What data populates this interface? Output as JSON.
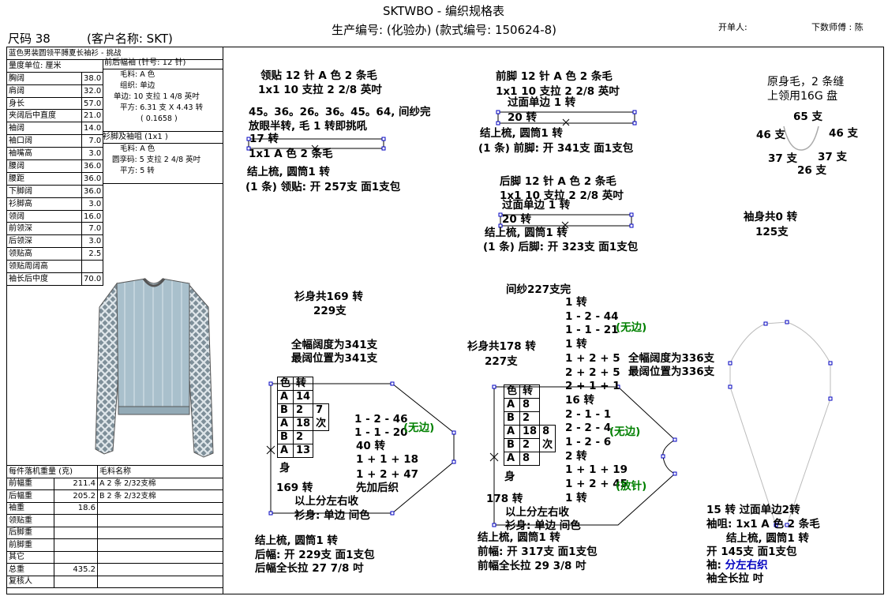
{
  "header": {
    "title": "SKTWBO - 编织规格表",
    "size": "尺码  38",
    "customer": "(客户名称: SKT)",
    "production": "生产编号:  (化验办) (款式编号: 150624-8)",
    "issuer": "开单人:",
    "master": "下数师傅 : 陈"
  },
  "left": {
    "garment_title": "蓝色男装圆领平膊夏长袖衫 - 挑战",
    "unit_label": "量度单位: 厘米",
    "measurements": [
      {
        "name": "胸阔",
        "value": "38.0"
      },
      {
        "name": "肩阔",
        "value": "32.0"
      },
      {
        "name": "身长",
        "value": "57.0"
      },
      {
        "name": "夹阔后中直度",
        "value": "21.0"
      },
      {
        "name": "袖阔",
        "value": "14.0"
      },
      {
        "name": "袖口阔",
        "value": "7.0"
      },
      {
        "name": "袖嘴高",
        "value": "3.0"
      },
      {
        "name": "腰阔",
        "value": "36.0"
      },
      {
        "name": "腰距",
        "value": "36.0"
      },
      {
        "name": "下脚阔",
        "value": "36.0"
      },
      {
        "name": "衫脚高",
        "value": "3.0"
      },
      {
        "name": "领阔",
        "value": "16.0"
      },
      {
        "name": "前领深",
        "value": "7.0"
      },
      {
        "name": "后领深",
        "value": "3.0"
      },
      {
        "name": "领贴高",
        "value": "2.5"
      },
      {
        "name": "领贴周阔高",
        "value": ""
      },
      {
        "name": "袖长后中度",
        "value": "70.0"
      }
    ],
    "panel1": {
      "title": "前后幅袖 (针号: 12 针)",
      "lines": [
        "毛料: A 色",
        "组织: 单边",
        "单边: 10 支拉 1 4/8 英吋",
        "平方: 6.31 支 X  4.43 转",
        "( 0.1658 )"
      ]
    },
    "panel2": {
      "title": "衫脚及袖咀 (1x1  )",
      "lines": [
        "毛料: A 色",
        "圆孪码: 5 支拉 2 4/8 英吋",
        "平方: 5 转"
      ]
    },
    "weights": {
      "header": "每件落机重量 (克)",
      "yarn_header": "毛料名称",
      "rows": [
        {
          "name": "前幅重",
          "value": "211.4",
          "yarn": "A  2 条 2/32支棉"
        },
        {
          "name": "后幅重",
          "value": "205.2",
          "yarn": "B  2 条 2/32支棉"
        },
        {
          "name": "袖重",
          "value": "18.6",
          "yarn": ""
        },
        {
          "name": "领贴重",
          "value": "",
          "yarn": ""
        },
        {
          "name": "后脚重",
          "value": "",
          "yarn": ""
        },
        {
          "name": "前脚重",
          "value": "",
          "yarn": ""
        },
        {
          "name": "其它",
          "value": "",
          "yarn": ""
        },
        {
          "name": "总重",
          "value": "435.2",
          "yarn": ""
        },
        {
          "name": "复核人",
          "value": "",
          "yarn": ""
        }
      ]
    }
  },
  "collar": {
    "l1": "领贴  12 针 A 色 2 条毛",
    "l2": "1x1   10 支拉 2 2/8 英吋",
    "l3": "45。36。26。36。45。64, 间纱完",
    "l4": "放眼半转, 毛 1 转即挑吼",
    "l5": "17 转",
    "l6": "1x1   A 色 2 条毛",
    "l7": "结上梳, 圆筒1 转",
    "l8": "(1 条) 领贴: 开 257支 面1支包"
  },
  "front_hem": {
    "l1": "前脚  12 针 A 色 2 条毛",
    "l2": "1x1   10 支拉 2 2/8 英吋",
    "l3": "过面单边 1 转",
    "l4": "20 转",
    "l5": "结上梳, 圆筒1 转",
    "l6": "(1 条) 前脚: 开 341支 面1支包"
  },
  "back_hem": {
    "l1": "后脚  12 针 A 色 2 条毛",
    "l2": "1x1   10 支拉 2 2/8 英吋",
    "l3": "过面单边 1 转",
    "l4": "20 转",
    "l5": "结上梳, 圆筒1 转",
    "l6": "(1 条) 后脚: 开 323支 面1支包"
  },
  "neck": {
    "l1": "原身毛，2 条缝",
    "l2": "上领用16G 盘",
    "n1": "65 支",
    "n2": "46 支",
    "n3": "46 支",
    "n4": "37 支",
    "n5": "37 支",
    "n6": "26 支"
  },
  "sleeve_top": {
    "l1": "袖身共0 转",
    "l2": "125支"
  },
  "back": {
    "l1": "衫身共169 转",
    "l2": "229支",
    "l3": "全幅阔度为341支",
    "l4": "最阔位置为341支",
    "table_header": [
      "色",
      "转"
    ],
    "rows": [
      [
        "A",
        "14"
      ],
      [
        "B",
        "2"
      ],
      [
        "A",
        "18"
      ],
      [
        "B",
        "2"
      ],
      [
        "A",
        "13"
      ]
    ],
    "repeat": "7",
    "repeat_unit": "次",
    "shape": [
      "1 - 2 - 46",
      "1 - 1 - 20",
      "40 转",
      "1 + 1 + 18",
      "1 + 2 + 47",
      "先加后织"
    ],
    "no_edge": "(无边)",
    "body": "身",
    "turns": "169 转",
    "split": "以上分左右收",
    "body_note": "衫身: 单边 间色",
    "f1": "结上梳, 圆筒1 转",
    "f2": "后幅: 开 229支 面1支包",
    "f3": "后幅全长拉 27 7/8 吋"
  },
  "front": {
    "l1": "间纱227支完",
    "l2": "衫身共178 转",
    "l3": "227支",
    "l4": "全幅阔度为336支",
    "l5": "最阔位置为336支",
    "table_header": [
      "色",
      "转"
    ],
    "rows": [
      [
        "A",
        "8"
      ],
      [
        "B",
        "2"
      ],
      [
        "A",
        "18"
      ],
      [
        "B",
        "2"
      ],
      [
        "A",
        "8"
      ]
    ],
    "repeat": "8",
    "repeat_unit": "次",
    "shape": [
      "1 转",
      "1 - 2 - 44",
      "1 - 1 - 21",
      "1 转",
      "1 + 2 + 5",
      "2 + 2 + 5",
      "2 + 1 + 1",
      "16 转",
      "2 - 1 - 1",
      "2 - 2 - 4",
      "1 - 2 - 6",
      "2 转",
      "1 + 1 + 19",
      "1 + 2 + 45",
      "1 转"
    ],
    "no_edge1": "(无边)",
    "no_edge2": "(无边)",
    "release": "(放针)",
    "body": "身",
    "turns": "178 转",
    "split": "以上分左右收",
    "body_note": "衫身: 单边 间色",
    "f1": "结上梳, 圆筒1 转",
    "f2": "前幅: 开 317支 面1支包",
    "f3": "前幅全长拉 29 3/8 吋"
  },
  "sleeve": {
    "l1": "15 转  过面单边2转",
    "l2": "袖咀: 1x1    A 色 2 条毛",
    "l3": "结上梳, 圆筒1 转",
    "l4": "开 145支 面1支包",
    "l5a": "袖: ",
    "l5b": "分左右织",
    "l6": "袖全长拉  吋"
  }
}
